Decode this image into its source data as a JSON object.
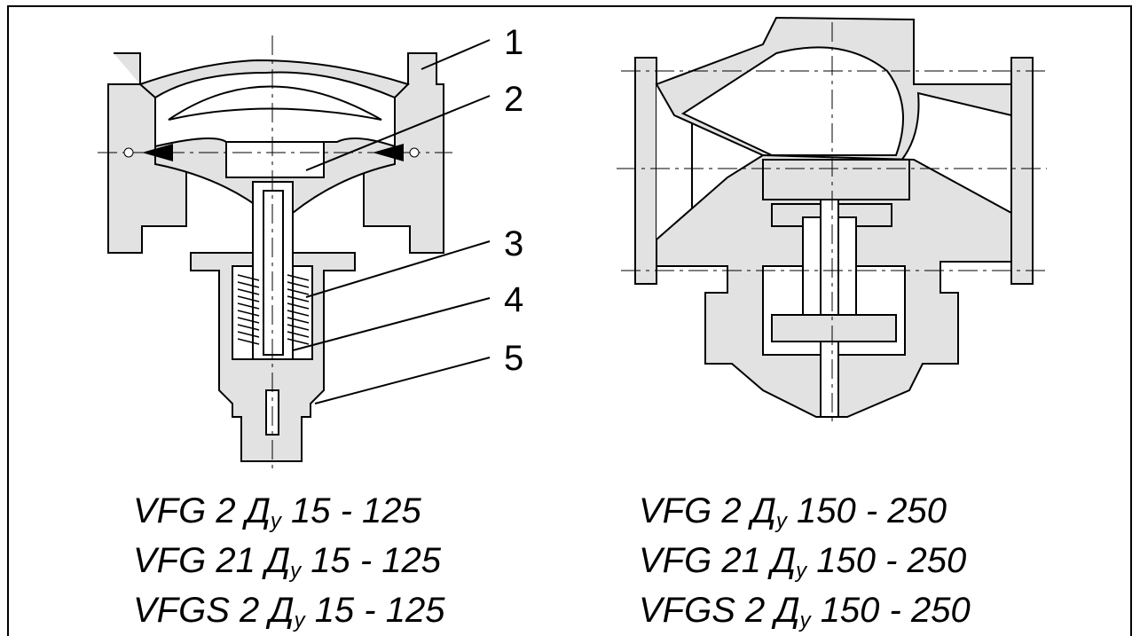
{
  "callouts": [
    "1",
    "2",
    "3",
    "4",
    "5"
  ],
  "left_captions": [
    {
      "model": "VFG 2",
      "dn": "Д",
      "sub": "у",
      "range": "15 - 125"
    },
    {
      "model": "VFG 21",
      "dn": "Д",
      "sub": "у",
      "range": "15 - 125"
    },
    {
      "model": "VFGS 2",
      "dn": "Д",
      "sub": "у",
      "range": "15 - 125"
    }
  ],
  "right_captions": [
    {
      "model": "VFG 2",
      "dn": "Д",
      "sub": "у",
      "range": "150 - 250"
    },
    {
      "model": "VFG 21",
      "dn": "Д",
      "sub": "у",
      "range": "150 - 250"
    },
    {
      "model": "VFGS 2",
      "dn": "Д",
      "sub": "у",
      "range": "150 - 250"
    }
  ],
  "colors": {
    "body_fill": "#e2e2e2",
    "line": "#000000"
  }
}
